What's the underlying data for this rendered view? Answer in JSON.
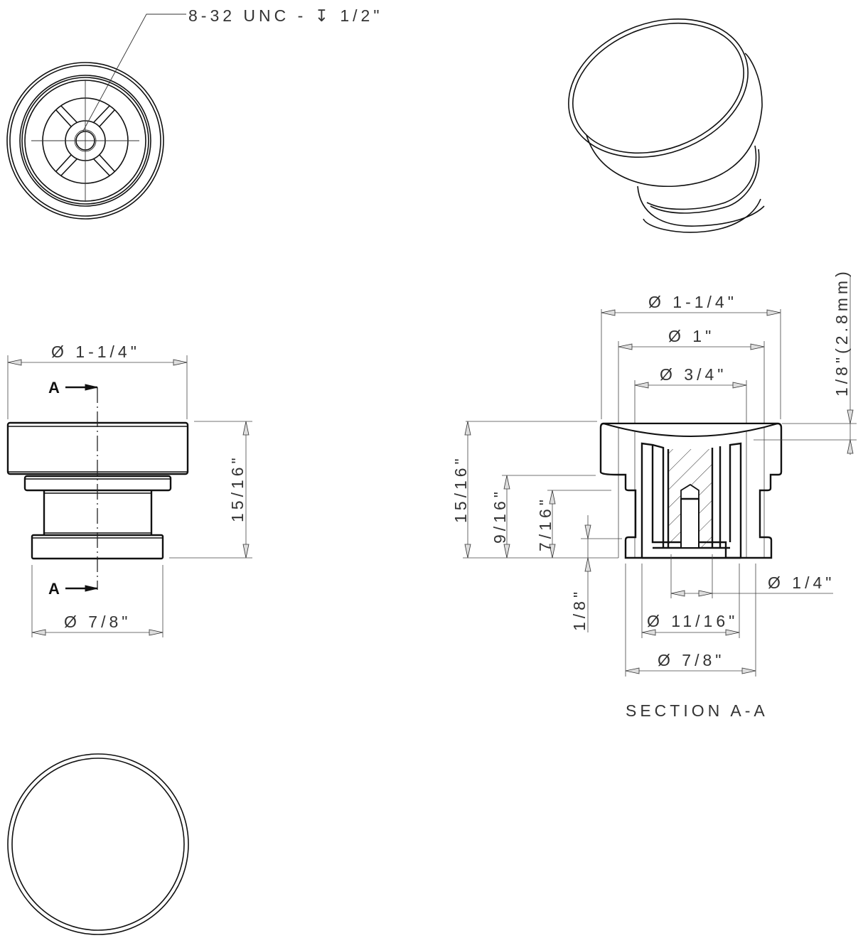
{
  "drawing": {
    "subject": "cabinet knob",
    "views": {
      "bottom_view": {
        "callout": "8-32 UNC - ↧ 1/2\""
      },
      "isometric_view": {},
      "front_view": {
        "top_diameter": "Ø 1-1/4\"",
        "height": "15/16\"",
        "base_diameter": "Ø 7/8\"",
        "section_marker_top": "A",
        "section_marker_bottom": "A"
      },
      "section_view": {
        "title": "SECTION  A-A",
        "diameter_outer": "Ø 1-1/4\"",
        "diameter_dish": "Ø 1\"",
        "diameter_inner": "Ø 3/4\"",
        "dish_depth": "1/8\"(2.8mm)",
        "height_total": "15/16\"",
        "height_shoulder": "9/16\"",
        "height_neck": "7/16\"",
        "height_base": "1/8\"",
        "diameter_pin": "Ø 1/4\"",
        "diameter_bore": "Ø 11/16\"",
        "diameter_base": "Ø 7/8\""
      },
      "top_view": {}
    }
  }
}
